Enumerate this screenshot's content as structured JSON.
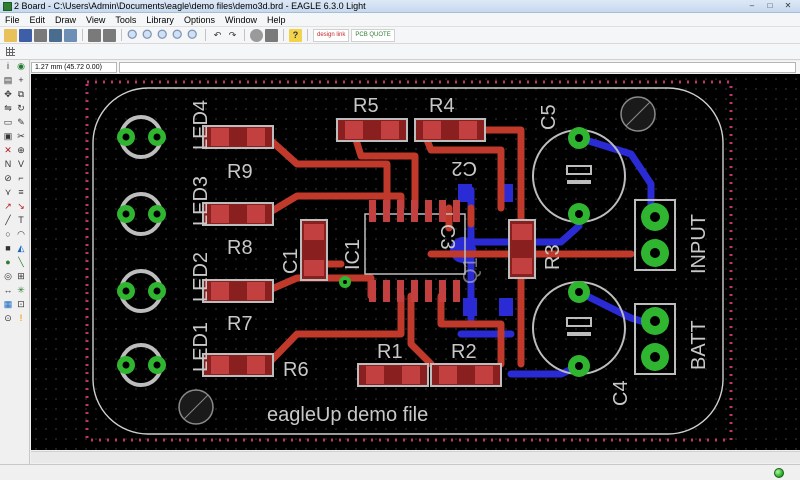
{
  "window": {
    "title": "2 Board - C:\\Users\\Admin\\Documents\\eagle\\demo files\\demo3d.brd - EAGLE 6.3.0 Light",
    "minimize": "–",
    "maximize": "□",
    "close": "✕"
  },
  "menu": [
    "File",
    "Edit",
    "Draw",
    "View",
    "Tools",
    "Library",
    "Options",
    "Window",
    "Help"
  ],
  "toolbar": {
    "icons": [
      "open-icon",
      "save-icon",
      "print-icon",
      "cam-processor-icon",
      "schematic-board-switch-icon",
      "script-icon",
      "ulp-icon",
      "zoom-fit-icon",
      "zoom-in-icon",
      "zoom-out-icon",
      "zoom-select-icon",
      "zoom-redraw-icon",
      "undo-icon",
      "redo-icon",
      "stop-icon",
      "go-icon",
      "help-icon"
    ],
    "design_link_label": "design link",
    "pcb_quote_label": "PCB QUOTE",
    "help_label": "?"
  },
  "coordinate_readout": "1.27 mm (45.72 0.00)",
  "command_input": "",
  "palette_icons": [
    "info-icon",
    "show-icon",
    "display-icon",
    "mark-icon",
    "move-icon",
    "copy-icon",
    "mirror-icon",
    "rotate-icon",
    "group-icon",
    "change-icon",
    "paste-icon",
    "cut-icon",
    "delete-icon",
    "add-icon",
    "name-icon",
    "value-icon",
    "smash-icon",
    "miter-icon",
    "split-icon",
    "optimize-icon",
    "route-icon",
    "ripup-icon",
    "wire-icon",
    "text-icon",
    "circle-icon",
    "arc-icon",
    "rect-icon",
    "polygon-icon",
    "via-icon",
    "signal-icon",
    "hole-icon",
    "attribute-icon",
    "dimension-icon",
    "ratsnest-icon",
    "auto-icon",
    "erc-icon",
    "drc-icon",
    "errors-icon"
  ],
  "board": {
    "demo_text": "eagleUp demo file",
    "labels": {
      "r9": "R9",
      "r8": "R8",
      "r7": "R7",
      "r6": "R6",
      "r5": "R5",
      "r4": "R4",
      "r3": "R3",
      "r2": "R2",
      "r1": "R1",
      "c1": "C1",
      "c2": "C2",
      "c3": "C3",
      "c4": "C4",
      "c5": "C5",
      "ic1": "IC1",
      "q1": "Q1",
      "led1": "LED1",
      "led2": "LED2",
      "led3": "LED3",
      "led4": "LED4",
      "input": "INPUT",
      "batt": "BATT"
    },
    "colors": {
      "background": "#000000",
      "top_copper": "#c0392b",
      "bottom_copper": "#2b2bd6",
      "pad": "#2fb52f",
      "silkscreen": "#bdbdbd",
      "dimension": "#c0336b",
      "smd_pad": "#c24040"
    }
  },
  "status": {
    "text": "",
    "indicator_color": "#2db32d"
  }
}
